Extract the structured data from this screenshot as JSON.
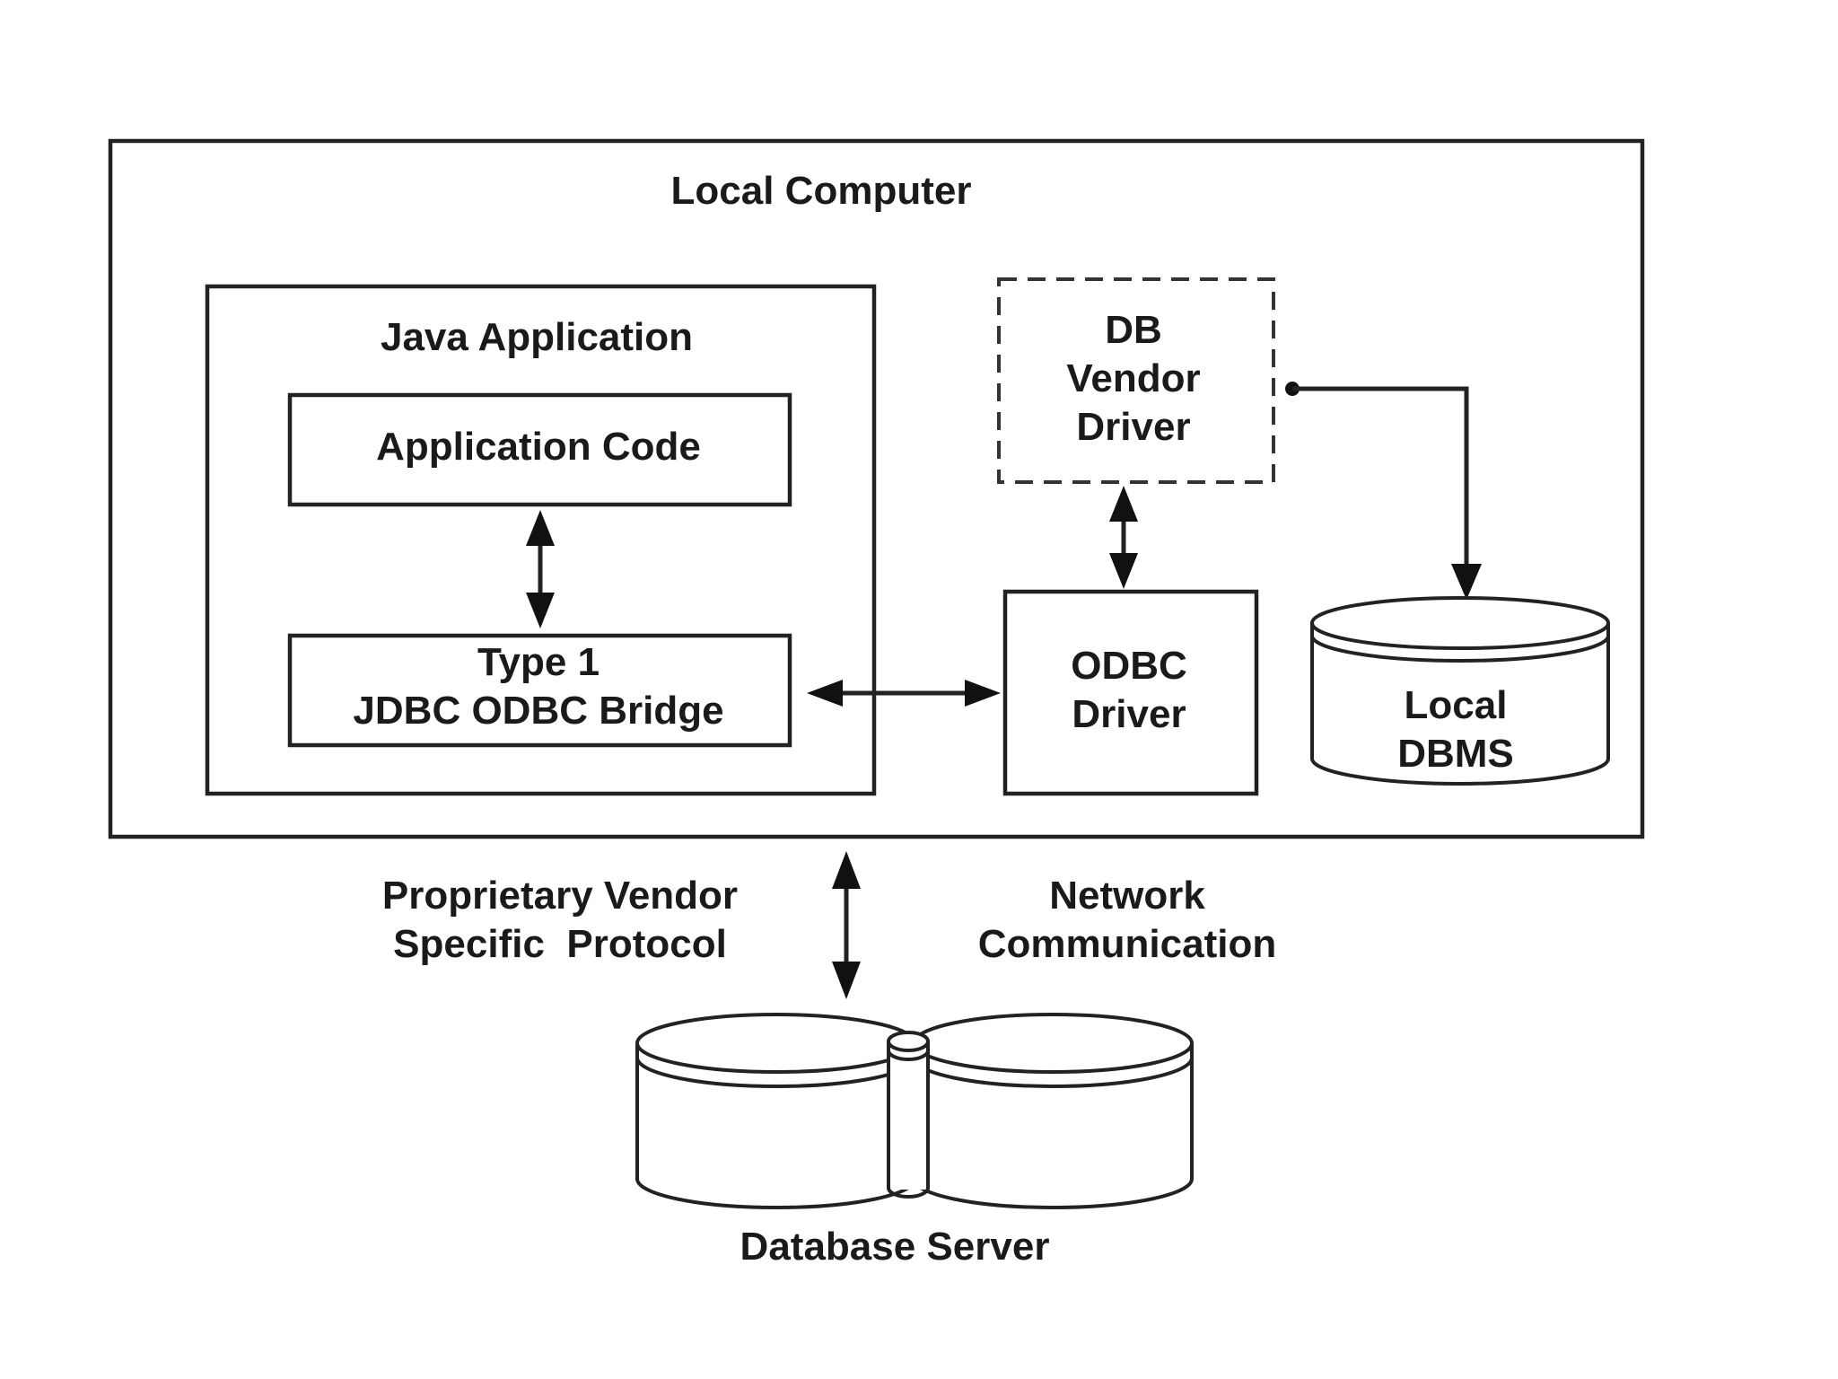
{
  "diagram": {
    "local_computer_label": "Local Computer",
    "java_application_label": "Java Application",
    "application_code_label": "Application Code",
    "bridge_label_line1": "Type 1",
    "bridge_label_line2": "JDBC ODBC Bridge",
    "db_vendor_driver_line1": "DB",
    "db_vendor_driver_line2": "Vendor",
    "db_vendor_driver_line3": "Driver",
    "odbc_driver_line1": "ODBC",
    "odbc_driver_line2": "Driver",
    "local_dbms_line1": "Local",
    "local_dbms_line2": "DBMS",
    "protocol_line1": "Proprietary Vendor",
    "protocol_line2": "Specific  Protocol",
    "network_line1": "Network",
    "network_line2": "Communication",
    "database_server_label": "Database Server"
  }
}
